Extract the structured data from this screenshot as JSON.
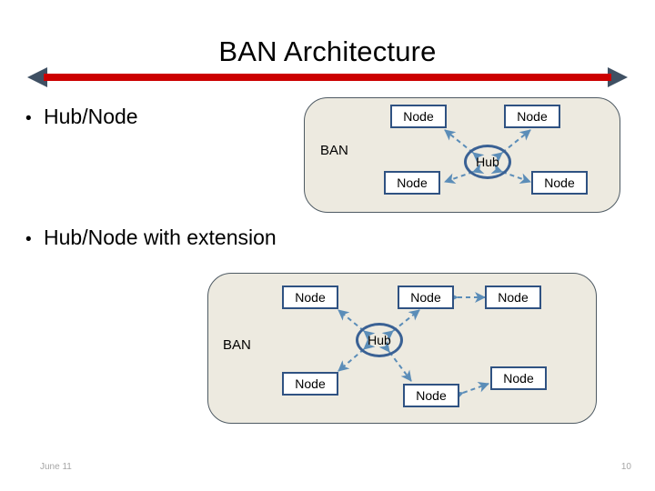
{
  "slide": {
    "title": "BAN Architecture",
    "bullets": [
      {
        "marker": "•",
        "text": "Hub/Node"
      },
      {
        "marker": "•",
        "text": "Hub/Node with extension"
      }
    ],
    "footer": {
      "date": "June 11",
      "page_number": "10"
    }
  },
  "colors": {
    "divider_bar": "#CC0000",
    "divider_arrowhead": "#3F5063",
    "container_fill": "#EDEAE0",
    "container_stroke": "#4E5A63",
    "node_stroke": "#2F5282",
    "hub_stroke": "#3A6194",
    "connector": "#5B8DB8",
    "footer_text": "#A6A6A6",
    "title_text": "#000000"
  },
  "diagram_1": {
    "label": "Hub/Node",
    "ban_label": "BAN",
    "hub": {
      "label": "Hub"
    },
    "nodes": [
      {
        "label": "Node",
        "position": "top-left"
      },
      {
        "label": "Node",
        "position": "top-right"
      },
      {
        "label": "Node",
        "position": "bottom-left"
      },
      {
        "label": "Node",
        "position": "bottom-right"
      }
    ],
    "links": [
      {
        "from": "Hub",
        "to": "Node top-left",
        "style": "dashed",
        "arrows": "both"
      },
      {
        "from": "Hub",
        "to": "Node top-right",
        "style": "dashed",
        "arrows": "both"
      },
      {
        "from": "Hub",
        "to": "Node bottom-left",
        "style": "dashed",
        "arrows": "both"
      },
      {
        "from": "Hub",
        "to": "Node bottom-right",
        "style": "dashed",
        "arrows": "both"
      }
    ]
  },
  "diagram_2": {
    "label": "Hub/Node with extension",
    "ban_label": "BAN",
    "hub": {
      "label": "Hub"
    },
    "nodes": [
      {
        "label": "Node",
        "position": "top-left"
      },
      {
        "label": "Node",
        "position": "top-mid"
      },
      {
        "label": "Node",
        "position": "top-right-extension"
      },
      {
        "label": "Node",
        "position": "bottom-left"
      },
      {
        "label": "Node",
        "position": "bottom-mid"
      },
      {
        "label": "Node",
        "position": "bottom-right-extension"
      }
    ],
    "links": [
      {
        "from": "Hub",
        "to": "Node top-left",
        "style": "dashed",
        "arrows": "both"
      },
      {
        "from": "Hub",
        "to": "Node top-mid",
        "style": "dashed",
        "arrows": "both"
      },
      {
        "from": "Hub",
        "to": "Node bottom-left",
        "style": "dashed",
        "arrows": "both"
      },
      {
        "from": "Hub",
        "to": "Node bottom-mid",
        "style": "dashed",
        "arrows": "both"
      },
      {
        "from": "Node top-mid",
        "to": "Node top-right-extension",
        "style": "dashed",
        "arrows": "both"
      },
      {
        "from": "Node bottom-mid",
        "to": "Node bottom-right-extension",
        "style": "dashed",
        "arrows": "both"
      }
    ]
  }
}
